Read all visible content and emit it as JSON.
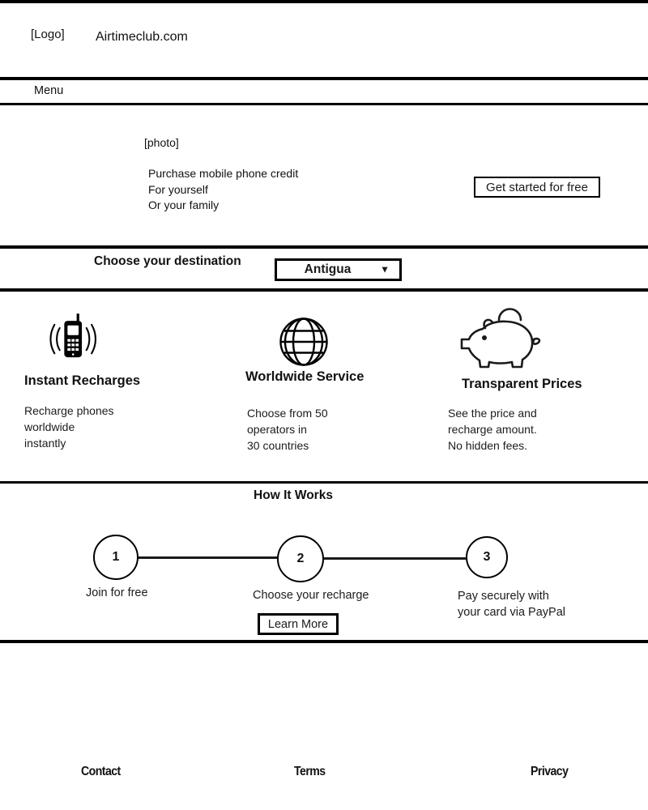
{
  "colors": {
    "ink": "#000000",
    "background": "#ffffff"
  },
  "header": {
    "logo_placeholder": "[Logo]",
    "site_name": "Airtimeclub.com"
  },
  "menu": {
    "label": "Menu"
  },
  "hero": {
    "photo_placeholder": "[photo]",
    "lines": [
      "Purchase mobile phone credit",
      "For yourself",
      "Or your family"
    ],
    "cta_label": "Get started for free"
  },
  "destination": {
    "label": "Choose your destination",
    "selected_option": "Antigua",
    "dropdown_icon": "▼"
  },
  "features": [
    {
      "icon": "phone-icon",
      "title": "Instant Recharges",
      "lines": [
        "Recharge phones",
        "worldwide",
        "instantly"
      ]
    },
    {
      "icon": "globe-icon",
      "title": "Worldwide Service",
      "lines": [
        "Choose from 50",
        "operators in",
        "30 countries"
      ]
    },
    {
      "icon": "piggy-bank-icon",
      "title": "Transparent Prices",
      "lines": [
        "See the price and",
        "recharge amount.",
        "No hidden fees."
      ]
    }
  ],
  "how_it_works": {
    "title": "How It Works",
    "steps": [
      {
        "number": "1",
        "label_lines": [
          "Join for free"
        ]
      },
      {
        "number": "2",
        "label_lines": [
          "Choose your recharge"
        ]
      },
      {
        "number": "3",
        "label_lines": [
          "Pay securely with",
          "your card via PayPal"
        ]
      }
    ],
    "cta_label": "Learn More"
  },
  "footer": {
    "links": [
      "Contact",
      "Terms",
      "Privacy"
    ]
  }
}
